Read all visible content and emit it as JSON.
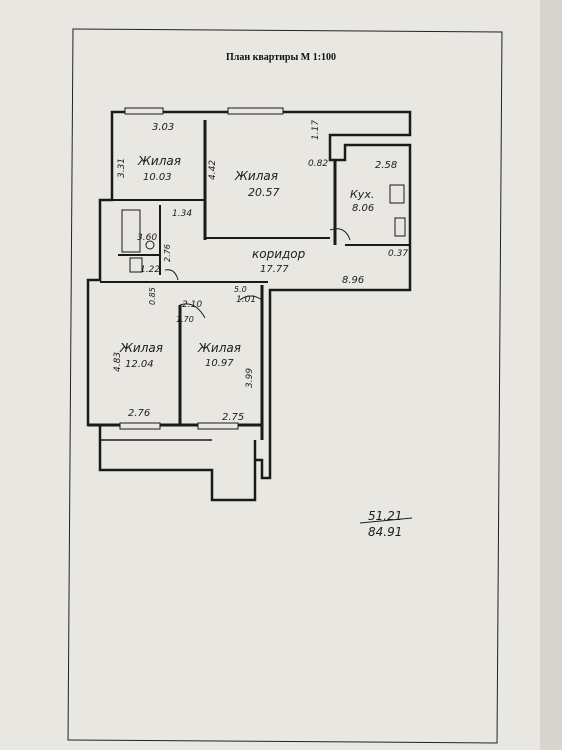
{
  "document": {
    "title": "План квартиры М 1:100"
  },
  "rooms": [
    {
      "id": "living1",
      "label": "Жилая",
      "area": "10.03"
    },
    {
      "id": "living2",
      "label": "Жилая",
      "area": "20.57"
    },
    {
      "id": "kitchen",
      "label": "Кух.",
      "area": "8.06"
    },
    {
      "id": "corridor",
      "label": "коридор",
      "area": "17.77"
    },
    {
      "id": "living3",
      "label": "Жилая",
      "area": "12.04"
    },
    {
      "id": "living4",
      "label": "Жилая",
      "area": "10.97"
    },
    {
      "id": "bath",
      "area": "3.60"
    },
    {
      "id": "wc",
      "area": "1.22"
    },
    {
      "id": "closet",
      "area": "1.01"
    },
    {
      "id": "storage",
      "area": "1.70"
    }
  ],
  "dimensions": {
    "d1": "3.03",
    "d2": "3.31",
    "d3": "1.17",
    "d4": "4.42",
    "d5": "0.82",
    "d6": "2.58",
    "d7": "1.34",
    "d8": "2.76",
    "d9": "0.37",
    "d10": "8.96",
    "d11": "0.85",
    "d12": "2.10",
    "d13": "4.83",
    "d14": "3.99",
    "d15": "2.76",
    "d16": "2.75",
    "d17": "5.0"
  },
  "totals": {
    "living": "51.21",
    "total": "84.91"
  }
}
